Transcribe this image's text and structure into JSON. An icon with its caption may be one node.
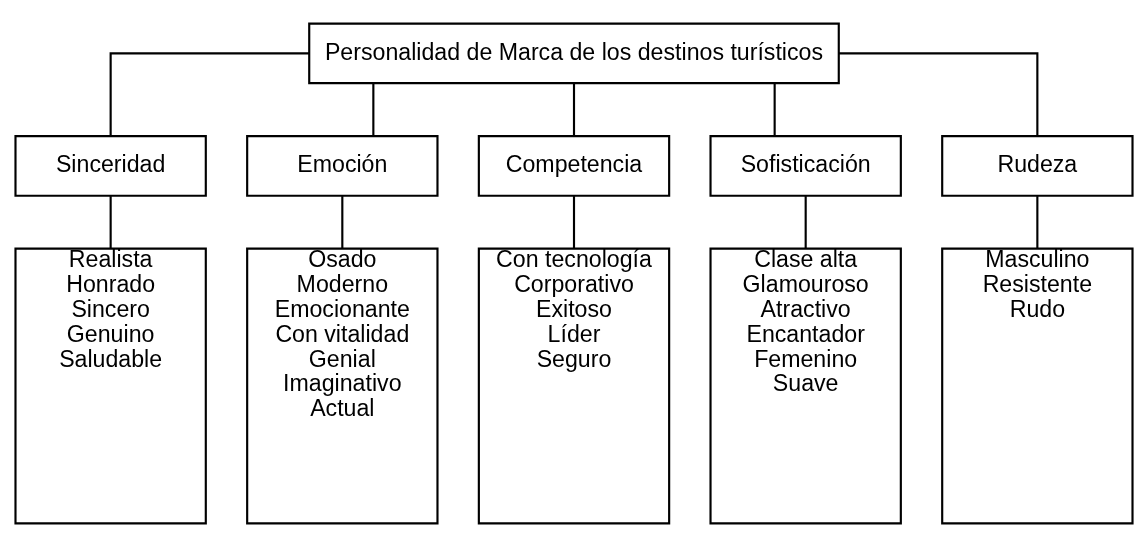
{
  "diagram": {
    "nodes": [
      {
        "text": [
          "Personalidad de Marca de los destinos turísticos"
        ]
      },
      {
        "text": [
          "Sinceridad"
        ]
      },
      {
        "text": [
          "Emoción"
        ]
      },
      {
        "text": [
          "Competencia"
        ]
      },
      {
        "text": [
          "Sofisticación"
        ]
      },
      {
        "text": [
          "Rudeza"
        ]
      },
      {
        "text": [
          "Realista",
          "Honrado",
          "Sincero",
          "Genuino",
          "Saludable"
        ]
      },
      {
        "text": [
          "Osado",
          "Moderno",
          "Emocionante",
          "Con vitalidad",
          "Genial",
          "Imaginativo",
          "Actual"
        ]
      },
      {
        "text": [
          "Con tecnología",
          "Corporativo",
          "Exitoso",
          "Líder",
          "Seguro"
        ]
      },
      {
        "text": [
          "Clase alta",
          "Glamouroso",
          "Atractivo",
          "Encantador",
          "Femenino",
          "Suave"
        ]
      },
      {
        "text": [
          "Masculino",
          "Resistente",
          "Rudo"
        ]
      }
    ],
    "edges": [
      {
        "from": 0,
        "to": 1,
        "arrow": "none"
      },
      {
        "from": 0,
        "to": 2,
        "arrow": "none"
      },
      {
        "from": 0,
        "to": 3,
        "arrow": "none"
      },
      {
        "from": 0,
        "to": 4,
        "arrow": "none"
      },
      {
        "from": 0,
        "to": 5,
        "arrow": "none"
      },
      {
        "from": 1,
        "to": 6,
        "arrow": "none"
      },
      {
        "from": 2,
        "to": 7,
        "arrow": "none"
      },
      {
        "from": 3,
        "to": 8,
        "arrow": "none"
      },
      {
        "from": 4,
        "to": 9,
        "arrow": "none"
      },
      {
        "from": 5,
        "to": 10,
        "arrow": "none"
      }
    ]
  }
}
